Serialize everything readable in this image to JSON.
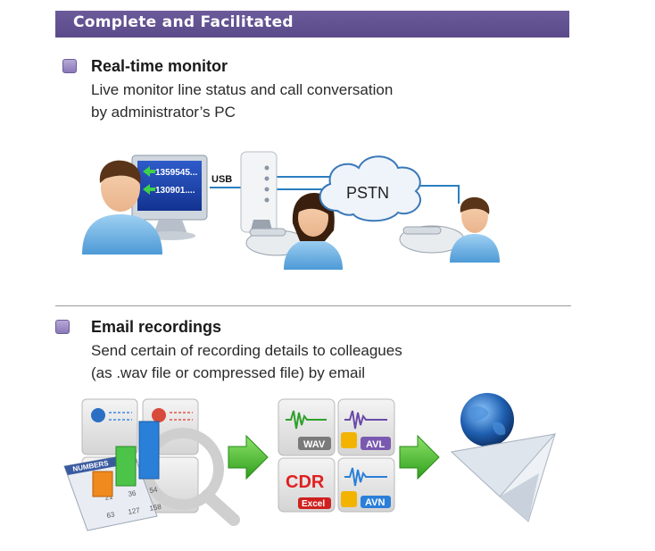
{
  "header": {
    "title": "Complete and Facilitated"
  },
  "section1": {
    "title": "Real-time monitor",
    "lines": [
      "Live monitor line status and call conversation",
      "by administrator’s PC"
    ],
    "diagram": {
      "screen_numbers": [
        "1359545...",
        "130901...."
      ],
      "usb_label": "USB",
      "cloud_label": "PSTN"
    }
  },
  "section2": {
    "title": "Email recordings",
    "lines": [
      "Send certain of recording details to colleagues",
      "(as .wav file or compressed file) by email"
    ],
    "diagram": {
      "numbers_card": "NUMBERS",
      "numbers_values": [
        "21",
        "36",
        "54",
        "63",
        "127",
        "158"
      ],
      "tiles": {
        "wav": "WAV",
        "avl": "AVL",
        "cdr": "CDR",
        "excel": "Excel",
        "avn": "AVN"
      }
    }
  }
}
